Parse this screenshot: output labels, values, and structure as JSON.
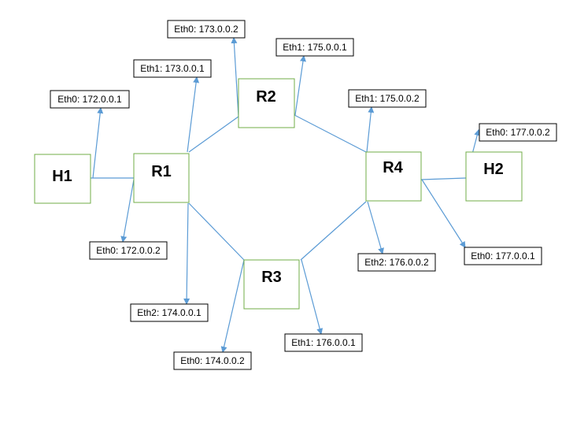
{
  "colors": {
    "node_border": "#70ad47",
    "link": "#5b9bd5",
    "label_border": "#000000"
  },
  "nodes": {
    "h1": "H1",
    "r1": "R1",
    "r2": "R2",
    "r3": "R3",
    "r4": "R4",
    "h2": "H2"
  },
  "interfaces": {
    "h1_eth0": "Eth0: 172.0.0.1",
    "r1_eth0": "Eth0: 172.0.0.2",
    "r1_eth1": "Eth1: 173.0.0.1",
    "r1_eth2": "Eth2: 174.0.0.1",
    "r2_eth0": "Eth0: 173.0.0.2",
    "r2_eth1": "Eth1: 175.0.0.1",
    "r3_eth0": "Eth0: 174.0.0.2",
    "r3_eth1": "Eth1: 176.0.0.1",
    "r4_eth1": "Eth1: 175.0.0.2",
    "r4_eth2": "Eth2: 176.0.0.2",
    "r4_eth0": "Eth0: 177.0.0.1",
    "h2_eth0": "Eth0: 177.0.0.2"
  }
}
